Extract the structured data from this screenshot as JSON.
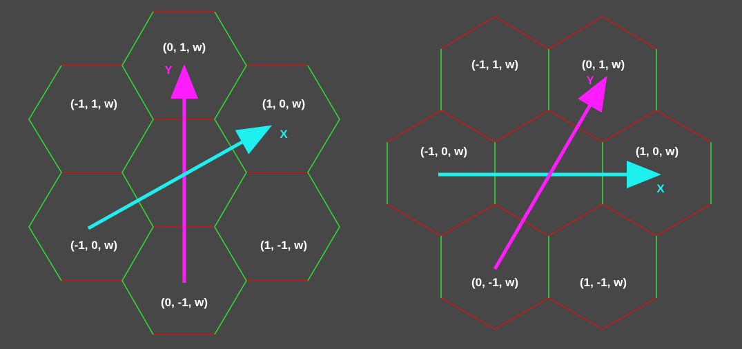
{
  "colors": {
    "background": "#474747",
    "edge_red": "#cc1616",
    "edge_green": "#2ee02e",
    "label": "#ffffff",
    "x_axis": "#1ef0f0",
    "y_axis": "#ff1cff"
  },
  "diagrams": [
    {
      "orientation": "flat-top",
      "axes": {
        "x_label": "X",
        "y_label": "Y"
      },
      "cells": [
        {
          "label": "(0, 1, w)"
        },
        {
          "label": "(-1, 1, w)"
        },
        {
          "label": "(1, 0, w)"
        },
        {
          "label": "(-1, 0, w)"
        },
        {
          "label": "(1, -1, w)"
        },
        {
          "label": "(0, -1, w)"
        }
      ]
    },
    {
      "orientation": "pointy-top",
      "axes": {
        "x_label": "X",
        "y_label": "Y"
      },
      "cells": [
        {
          "label": "(-1, 1, w)"
        },
        {
          "label": "(0, 1, w)"
        },
        {
          "label": "(-1, 0, w)"
        },
        {
          "label": "(1, 0, w)"
        },
        {
          "label": "(0, -1, w)"
        },
        {
          "label": "(1, -1, w)"
        }
      ]
    }
  ]
}
